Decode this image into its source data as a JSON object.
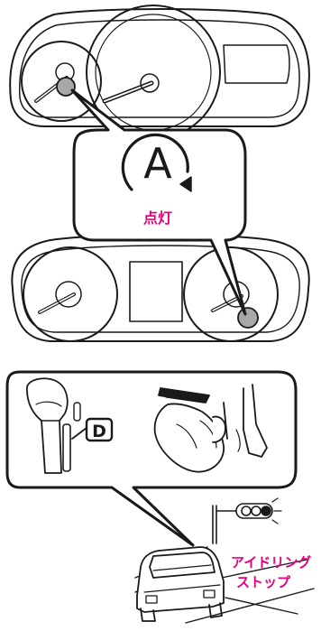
{
  "callout": {
    "symbol": "A",
    "status": "点灯"
  },
  "shift": {
    "gear": "D"
  },
  "scene": {
    "label_line1": "アイドリング",
    "label_line2": "ストップ"
  },
  "colors": {
    "accent": "#e6007e",
    "indicator": "#a8a8a8",
    "stroke": "#1a1a1a"
  },
  "icons": [
    "auto-stop-indicator-icon",
    "traffic-light-icon",
    "car-icon",
    "foot-icon",
    "shift-lever-icon"
  ]
}
